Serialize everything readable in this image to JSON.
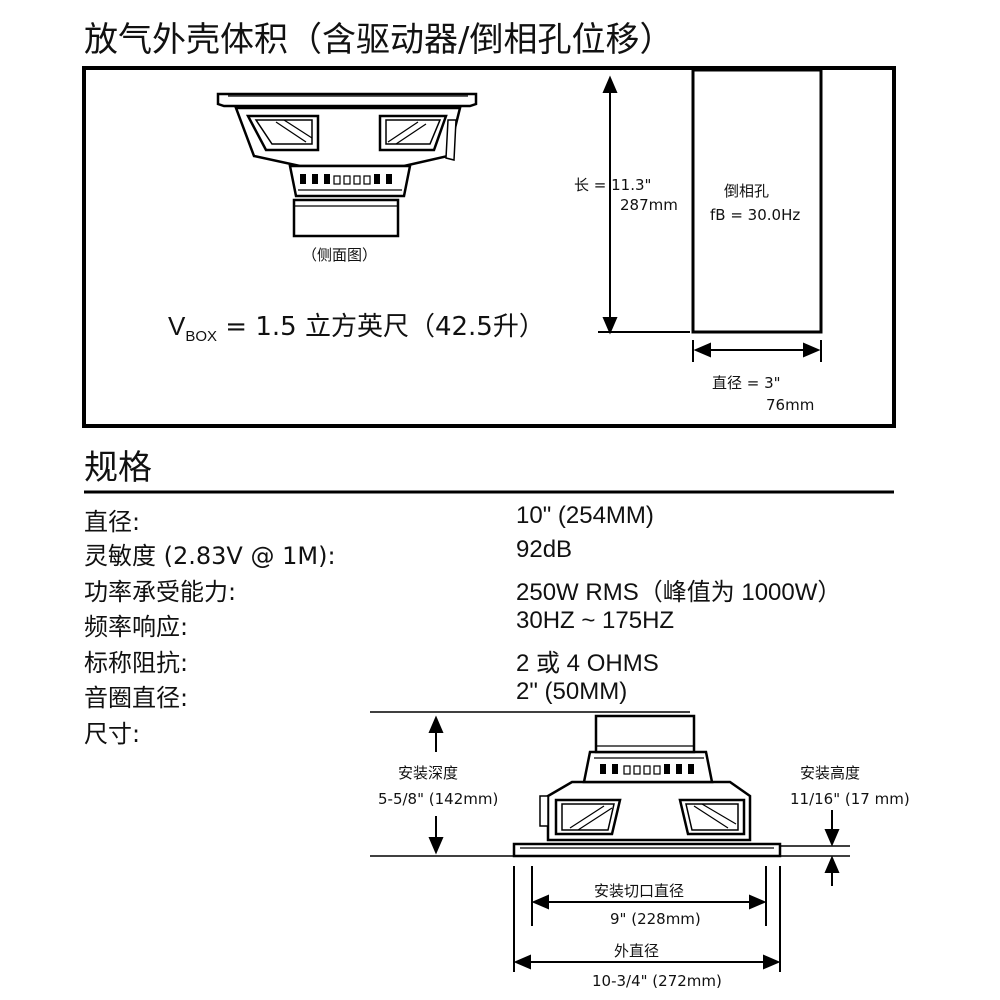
{
  "box_section": {
    "title": "放气外壳体积（含驱动器/倒相孔位移）",
    "side_view_caption": "（侧面图）",
    "vbox": {
      "prefix": "V",
      "subscript": "BOX",
      "text": "= 1.5 立方英尺（42.5升）"
    },
    "length": {
      "label": "长 = 11.3\"",
      "mm": "287mm"
    },
    "port": {
      "label": "倒相孔",
      "tuning": "fB = 30.0Hz"
    },
    "diameter": {
      "label": "直径 = 3\"",
      "mm": "76mm"
    }
  },
  "specs": {
    "title": "规格",
    "rows": [
      {
        "label": "直径:",
        "value": "10\" (254MM)"
      },
      {
        "label": "灵敏度 (2.83V @ 1M):",
        "value": "92dB"
      },
      {
        "label": "功率承受能力:",
        "value": "250W RMS（峰值为 1000W）"
      },
      {
        "label": "频率响应:",
        "value": "30HZ ~ 175HZ"
      },
      {
        "label": "标称阻抗:",
        "value": "2 或 4 OHMS"
      },
      {
        "label": "音圈直径:",
        "value": "2\" (50MM)"
      },
      {
        "label": "尺寸:",
        "value": ""
      }
    ]
  },
  "dimensions": {
    "mount_depth": {
      "label": "安装深度",
      "value": "5-5/8\" (142mm)"
    },
    "mount_height": {
      "label": "安装高度",
      "value": "11/16\" (17 mm)"
    },
    "cutout": {
      "label": "安装切口直径",
      "value": "9\" (228mm)"
    },
    "outer": {
      "label": "外直径",
      "value": "10-3/4\" (272mm)"
    }
  }
}
